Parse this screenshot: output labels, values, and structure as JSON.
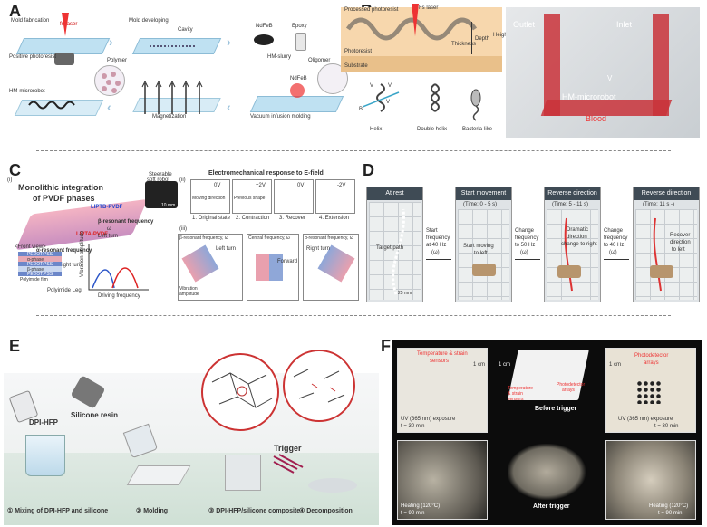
{
  "panels": {
    "A": {
      "letter": "A",
      "labels": {
        "mold_fab": "Mold fabrication",
        "fs_laser": "fs laser",
        "positive_pr": "Positive photoresist",
        "mold_dev": "Mold developing",
        "cavity": "Cavity",
        "ndfeb": "NdFeB",
        "epoxy": "Epoxy",
        "hm_slurry": "HM-slurry",
        "oligomer": "Oligomer",
        "polymer": "Polymer",
        "ndfeb2": "NdFeB",
        "hm_microrobot": "HM-microrobot",
        "magnetization": "Magnetization",
        "vacuum": "Vacuum infusion molding"
      }
    },
    "B": {
      "letter": "B",
      "labels": {
        "processed_pr": "Processed photoresist",
        "fs_laser": "Fs laser",
        "photoresist": "Photoresist",
        "substrate": "Substrate",
        "thickness": "Thickness",
        "depth": "Depth",
        "height": "Height",
        "vp": "V",
        "vt": "V",
        "vs": "V",
        "b": "B",
        "helix": "Helix",
        "double_helix": "Double helix",
        "bacteria": "Bacteria-like",
        "outlet": "Outlet",
        "inlet": "Inlet",
        "vf": "V",
        "hm_microrobot": "HM-microrobot",
        "blood": "Blood"
      }
    },
    "C": {
      "letter": "C",
      "labels": {
        "i": "(i)",
        "ii": "(ii)",
        "iii": "(iii)",
        "title1": "Monolithic integration",
        "title2": "of PVDF phases",
        "lirtb": "LIPTB-PVDF",
        "lirta": "LIPTA-PVDF",
        "beta_res": "β-resonant frequency",
        "w_beta": "ω",
        "left_turn": "Left turn",
        "alpha_res": "α-resonant frequency",
        "right_turn": "Right turn",
        "front_view": "<Front view>",
        "pedot1": "PEDOT:PSS",
        "pedot2": "PEDOT:PSS",
        "pedot3": "PEDOT:PSS",
        "a_phase": "α-phase",
        "b_phase": "β-phase",
        "polyimide_film": "Polyimide film",
        "polyimide_leg": "Polyimide Leg",
        "vib_amp": "Vibration amplitude",
        "driving_freq": "Driving frequency",
        "steerable": "Steerable",
        "soft_robot": "soft robot",
        "scale": "10 mm",
        "electromech": "Electromechanical response to E-field",
        "moving_dir": "Moving direction",
        "previous_shape": "Previous shape",
        "s1": "1. Original state",
        "s2": "2. Contraction",
        "s3": "3. Recover",
        "s4": "4. Extension",
        "v0a": "0V",
        "v2a": "+2V",
        "v0b": "0V",
        "v2b": "-2V",
        "beta_box": "β-resonant frequency, ω",
        "central_box": "Central frequency, ω",
        "alpha_box": "α-resonant frequency, ω",
        "left_turn2": "Left turn",
        "forward": "Forward",
        "right_turn2": "Right turn",
        "vib_amp2": "Vibration",
        "vib_amp3": "amplitude"
      }
    },
    "D": {
      "letter": "D",
      "frames": [
        {
          "title": "At rest",
          "time": ""
        },
        {
          "title": "Start movement",
          "time": "(Time: 0 - 5 s)"
        },
        {
          "title": "Reverse direction",
          "time": "(Time: 5 - 11 s)"
        },
        {
          "title": "Reverse direction",
          "time": "(Time: 11 s -)"
        }
      ],
      "steps": [
        {
          "l1": "Start",
          "l2": "frequency",
          "l3": "at 40 Hz",
          "l4": "(ω)"
        },
        {
          "l1": "Change",
          "l2": "frequency",
          "l3": "to 50 Hz",
          "l4": "(ω)"
        },
        {
          "l1": "Change",
          "l2": "frequency",
          "l3": "to 40 Hz",
          "l4": "(ω)"
        }
      ],
      "annot": {
        "target_path": "Target path",
        "start_moving": "Start moving",
        "to_left": "to left",
        "dramatic1": "Dramatic",
        "dramatic2": "direction",
        "dramatic3": "change to right",
        "recover1": "Recover",
        "recover2": "direction",
        "recover3": "to left",
        "scale": "25 mm"
      }
    },
    "E": {
      "letter": "E",
      "labels": {
        "dpi_hfp": "DPI-HFP",
        "silicone": "Silicone resin",
        "s1": "① Mixing of DPI-HFP and silicone",
        "s2": "② Molding",
        "s3": "③ DPI-HFP/silicone composite",
        "s4": "④ Decomposition",
        "trigger": "Trigger"
      }
    },
    "F": {
      "letter": "F",
      "labels": {
        "temp_strain": "Temperature & strain",
        "sensors": "sensors",
        "cm1": "1 cm",
        "cm2": "1 cm",
        "cm3": "1 cm",
        "before": "Before trigger",
        "temp_strain2": "Temperature",
        "temp_strain3": "& strain",
        "temp_strain4": "sensors",
        "photodetector": "Photodetector",
        "arrays": "arrays",
        "photodetector2": "Photodetector",
        "arrays2": "arrays",
        "uv1": "UV (365 nm) exposure",
        "t1": "t = 30 min",
        "uv2": "UV (365 nm) exposure",
        "t2": "t = 30 min",
        "heat1": "Heating (120°C)",
        "t3": "t = 90 min",
        "after": "After trigger",
        "heat2": "Heating (120°C)",
        "t4": "t = 90 min"
      }
    }
  }
}
